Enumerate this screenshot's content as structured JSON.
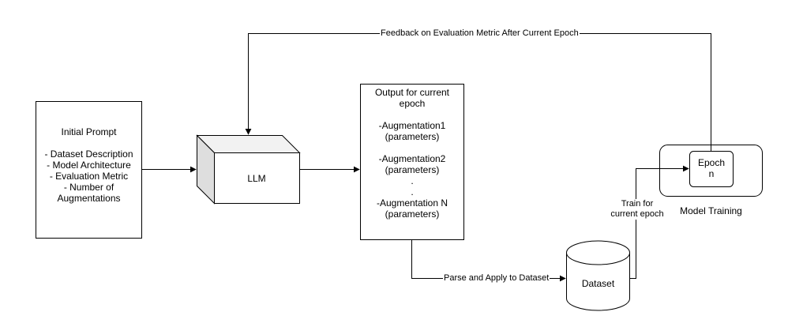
{
  "colors": {
    "stroke": "#000000",
    "background": "#ffffff",
    "text": "#000000"
  },
  "nodes": {
    "initial_prompt": {
      "title": "Initial Prompt",
      "items": [
        "- Dataset Description",
        "- Model Architecture",
        "- Evaluation Metric",
        "- Number of",
        "Augmentations"
      ]
    },
    "llm": {
      "label": "LLM"
    },
    "output": {
      "title_line1": "Output for current",
      "title_line2": "epoch",
      "aug1": "-Augmentation1",
      "aug1_params": "(parameters)",
      "aug2": "-Augmentation2",
      "aug2_params": "(parameters)",
      "dot1": ".",
      "dot2": ".",
      "augn": "-Augmentation N",
      "augn_params": "(parameters)"
    },
    "dataset": {
      "label": "Dataset"
    },
    "model_training": {
      "label": "Model Training"
    },
    "epoch": {
      "line1": "Epoch",
      "line2": "n"
    }
  },
  "edges": {
    "feedback": "Feedback on Evaluation Metric After Current Epoch",
    "parse_apply": "Parse and Apply to Dataset",
    "train_line1": "Train for",
    "train_line2": "current epoch"
  }
}
